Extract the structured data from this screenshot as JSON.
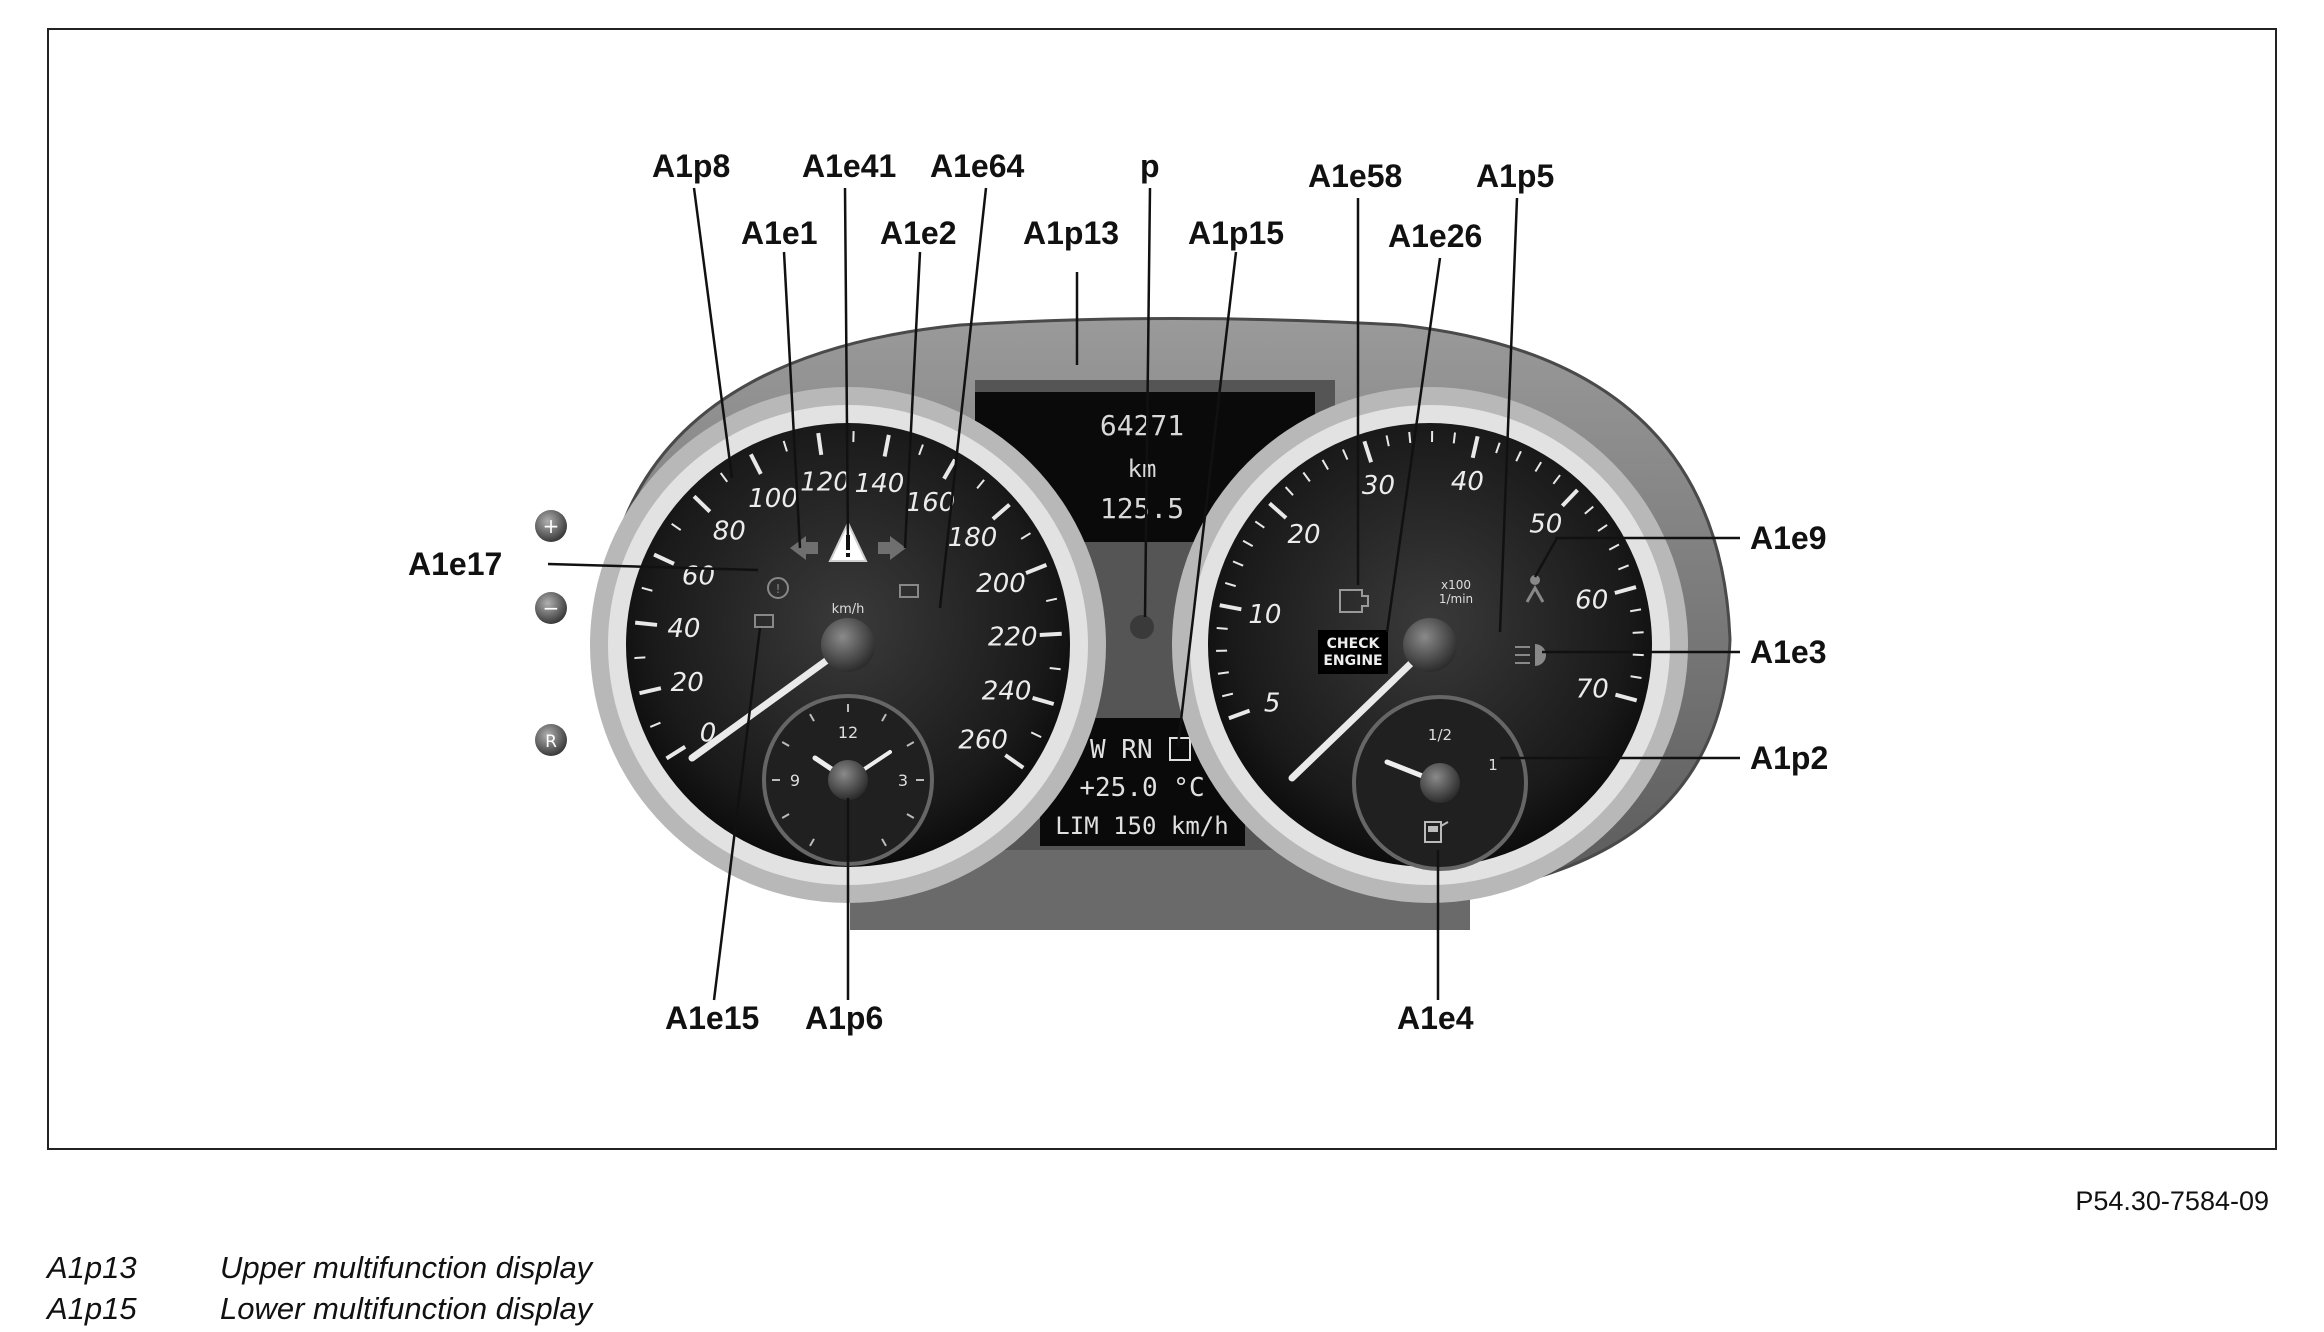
{
  "callouts": {
    "A1p8": "A1p8",
    "A1e41": "A1e41",
    "A1e64": "A1e64",
    "p": "p",
    "A1e58": "A1e58",
    "A1p5": "A1p5",
    "A1e1": "A1e1",
    "A1e2": "A1e2",
    "A1p13": "A1p13",
    "A1p15": "A1p15",
    "A1e26": "A1e26",
    "A1e17": "A1e17",
    "A1e9": "A1e9",
    "A1e3": "A1e3",
    "A1p2": "A1p2",
    "A1e15": "A1e15",
    "A1p6": "A1p6",
    "A1e4": "A1e4"
  },
  "upper_display": {
    "odometer": "64271",
    "unit": "km",
    "trip": "125.5"
  },
  "lower_display": {
    "line1": "W RN",
    "line2": "+25.0 °C",
    "line3": "LIM 150 km/h"
  },
  "speedometer": {
    "unit": "km/h",
    "scale_labels": [
      "0",
      "20",
      "40",
      "60",
      "80",
      "100",
      "120",
      "140",
      "160",
      "180",
      "200",
      "220",
      "240",
      "260"
    ]
  },
  "tachometer": {
    "unit_top": "x100",
    "unit_bottom": "1/min",
    "scale_labels": [
      "5",
      "10",
      "20",
      "30",
      "40",
      "50",
      "60",
      "70"
    ]
  },
  "clock": {
    "labels": [
      "12",
      "3",
      "9"
    ]
  },
  "fuel_gauge": {
    "labels": [
      "1/2",
      "1"
    ]
  },
  "check_engine": {
    "line1": "CHECK",
    "line2": "ENGINE"
  },
  "buttons": {
    "plus": "+",
    "minus": "−",
    "reset": "R"
  },
  "colors": {
    "frame": "#222222",
    "dial": "#1b1b1b",
    "bezel": "#c8c8c8",
    "housing": "#6f6f6f"
  },
  "icons": [
    "turn-left-icon",
    "hazard-warning-icon",
    "turn-right-icon",
    "brake-icon",
    "low-beam-icon",
    "check-engine-icon",
    "seatbelt-icon",
    "fuel-pump-icon",
    "reserve-icon"
  ],
  "reference_code": "P54.30-7584-09",
  "legend": [
    {
      "code": "A1p13",
      "description": "Upper multifunction display"
    },
    {
      "code": "A1p15",
      "description": "Lower multifunction display"
    }
  ]
}
